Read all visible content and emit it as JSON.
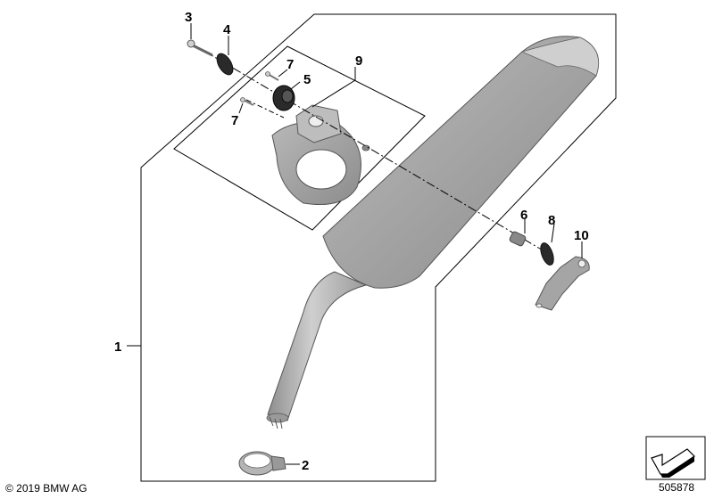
{
  "callouts": {
    "c1": "1",
    "c2": "2",
    "c3": "3",
    "c4": "4",
    "c5": "5",
    "c6": "6",
    "c7a": "7",
    "c7b": "7",
    "c8": "8",
    "c9": "9",
    "c10": "10"
  },
  "footer": {
    "copyright": "© 2019 BMW AG",
    "doc_number": "505878"
  },
  "colors": {
    "line": "#000000",
    "metal_light": "#c9c9c9",
    "metal_mid": "#a8a8a8",
    "metal_dark": "#7a7a7a",
    "rubber": "#2a2a2a"
  },
  "icons": [
    "bracket-group-frame",
    "exhaust-silencer",
    "clamp",
    "bolt",
    "washer",
    "rubber-grommet",
    "spacer",
    "holder-bracket",
    "direction-arrow-icon"
  ]
}
